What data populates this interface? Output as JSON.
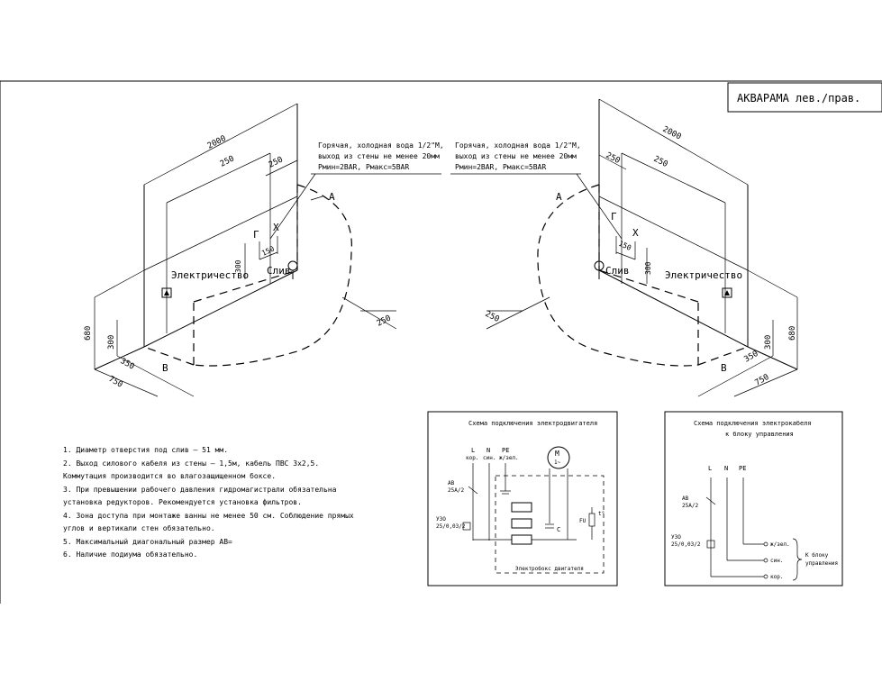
{
  "title": "АКВАРАМА лев./прав.",
  "left_plan": {
    "dim_total": "2000",
    "dim_a": "250",
    "dim_b": "250",
    "supply_note": [
      "Горячая, холодная вода 1/2\"М,",
      "выход из стены не менее 20мм",
      "Pмин=2BAR, Pмакс=5BAR"
    ],
    "label_A": "А",
    "label_G": "Г",
    "label_X": "Х",
    "dim_150": "150",
    "dim_300": "300",
    "label_drain": "Слив",
    "label_electric": "Электричество",
    "dim_250_right": "250",
    "dim_680": "680",
    "dim_300_low": "300",
    "dim_350": "350",
    "label_B": "B",
    "dim_750": "750"
  },
  "right_plan": {
    "dim_total": "2000",
    "dim_a": "250",
    "dim_b": "250",
    "supply_note": [
      "Горячая, холодная вода 1/2\"М,",
      "выход из стены не менее 20мм",
      "Pмин=2BAR, Pмакс=5BAR"
    ],
    "label_A": "А",
    "label_G": "Г",
    "label_X": "Х",
    "dim_150": "150",
    "dim_300": "300",
    "label_drain": "Слив",
    "label_electric": "Электричество",
    "dim_250_left": "250",
    "dim_680": "680",
    "dim_300_low": "300",
    "dim_350": "350",
    "label_B": "B",
    "dim_750": "750"
  },
  "notes": [
    "1. Диаметр отверстия под слив  – 51 мм.",
    "2. Выход силового кабеля из стены – 1,5м, кабель ПВС 3х2,5.",
    "   Коммутация производится во влагозащищенном боксе.",
    "3. При превышении рабочего давления гидромагистрали обязательна",
    "   установка редукторов. Рекомендуется установка фильтров.",
    "4. Зона доступа при монтаже ванны не менее 50 см. Соблюдение прямых",
    "   углов и вертикали стен обязательно.",
    "5. Максимальный диагональный размер АВ=",
    "6. Наличие подиума обязательно."
  ],
  "motor_scheme": {
    "title": "Схема подключения электродвигателя",
    "L": "L",
    "N": "N",
    "PE": "PE",
    "L_sub": "кор.",
    "N_sub": "син.",
    "PE_sub": "ж/зел.",
    "motor_M": "M",
    "motor_sub": "1~",
    "breaker": "АВ",
    "breaker_rating": "25А/2",
    "rcd": "УЗО",
    "rcd_rating": "25/0,03/2",
    "cap": "C",
    "fu": "FU",
    "temp": "t°",
    "box": "Электробокс двигателя"
  },
  "cable_scheme": {
    "title_line1": "Схема подключения электрокабеля",
    "title_line2": "к блоку управления",
    "L": "L",
    "N": "N",
    "PE": "PE",
    "breaker": "АВ",
    "breaker_rating": "25А/2",
    "rcd": "УЗО",
    "rcd_rating": "25/0,03/2",
    "wire_pe": "ж/зел.",
    "wire_n": "син.",
    "wire_l": "кор.",
    "to_block_1": "К блоку",
    "to_block_2": "управления"
  }
}
